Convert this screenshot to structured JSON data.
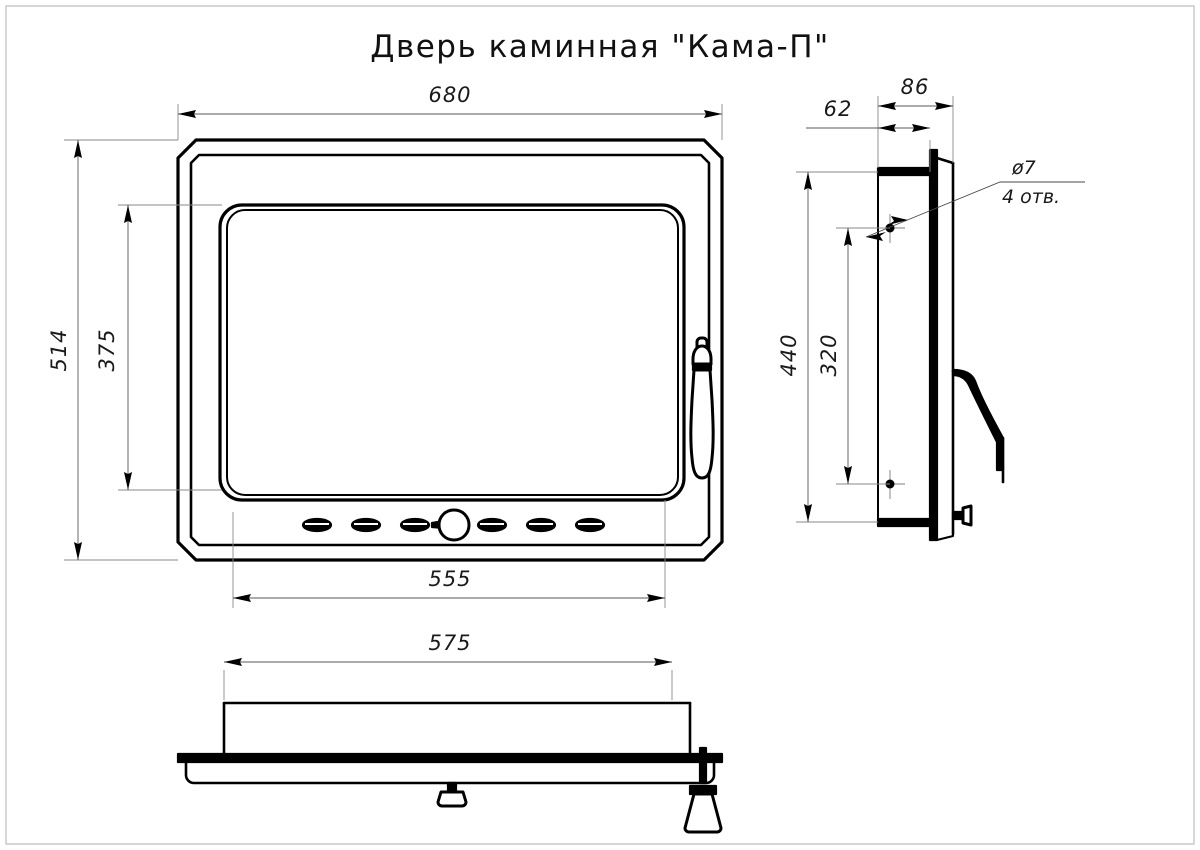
{
  "drawing": {
    "title": "Дверь каминная \"Кама-П\"",
    "units": "mm",
    "line_color": "#000000",
    "dim_color": "#5a5a5a",
    "background": "#ffffff"
  },
  "views": {
    "front": {
      "name": "front-view",
      "label": "",
      "features": {
        "frame": "outer door frame with chamfered corners",
        "glass": "rounded rectangular glass opening",
        "handle": "bottle shaped vertical handle on right side",
        "vent_slots_count": 6,
        "air_knob": "round air control knob"
      }
    },
    "side": {
      "name": "side-view",
      "features": {
        "mounting_flange": "left mounting plate",
        "holes_visible": 2,
        "handle": "curved handle profile",
        "knob": "small air knob at bottom"
      }
    },
    "bottom": {
      "name": "bottom-view",
      "features": {
        "flange_plate": "horizontal mounting flange",
        "air_knob": "center air control knob",
        "handle": "handle at right end"
      }
    }
  },
  "dimensions": {
    "front_width_outer": "680",
    "front_width_inner": "555",
    "front_height_outer": "514",
    "front_height_inner": "375",
    "side_depth_total": "86",
    "side_depth_flange": "62",
    "side_height_outer": "440",
    "side_hole_spacing": "320",
    "bottom_width": "575"
  },
  "annotations": {
    "hole_diameter": "ø7",
    "hole_count": "4 отв."
  }
}
